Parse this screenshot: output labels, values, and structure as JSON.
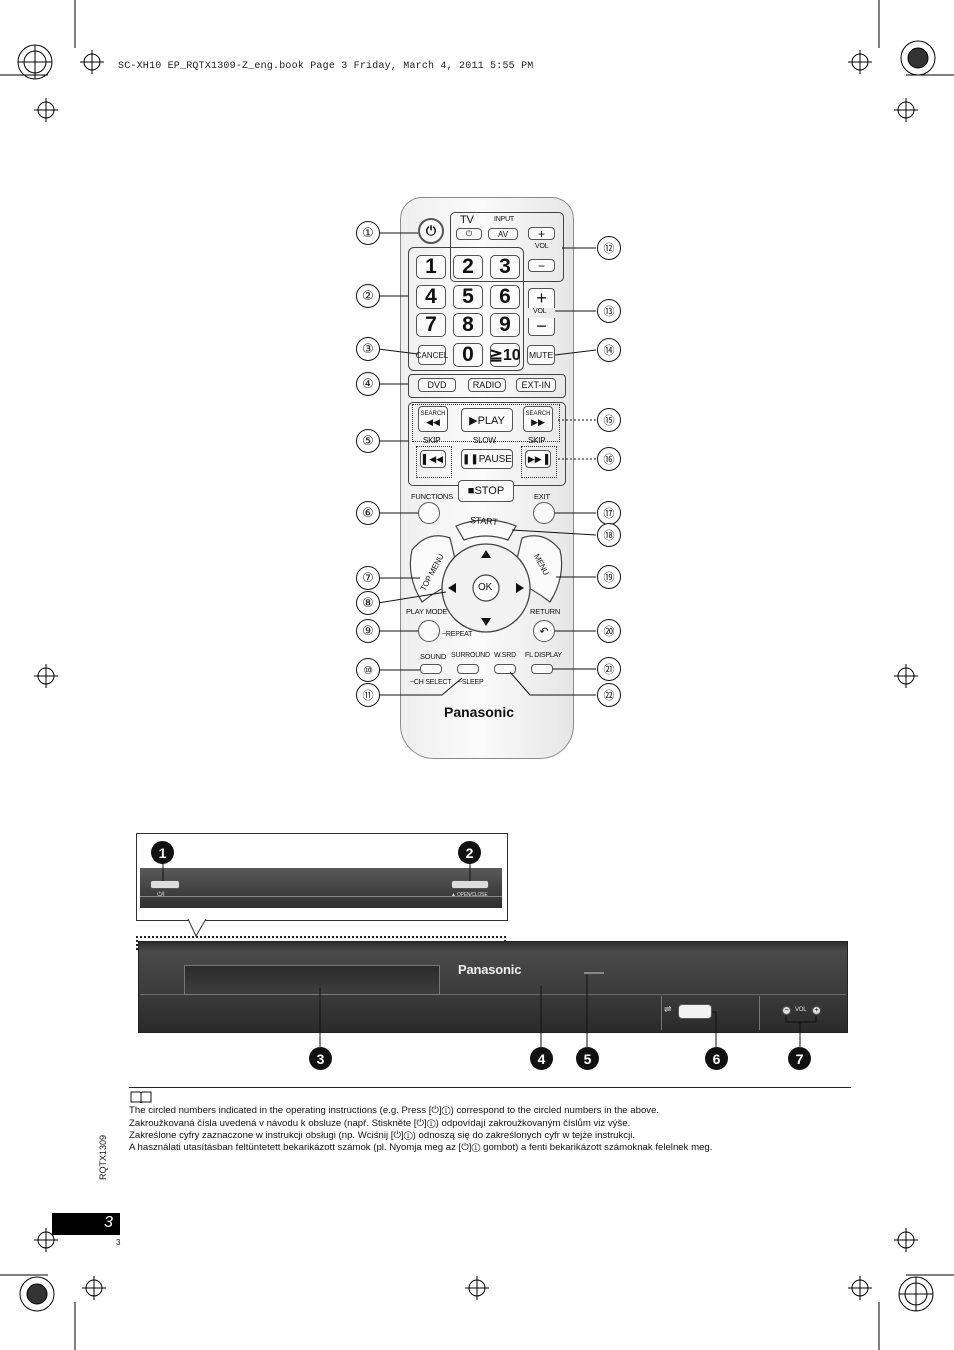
{
  "header": {
    "file_info": "SC-XH10 EP_RQTX1309-Z_eng.book  Page 3  Friday, March 4, 2011  5:55 PM"
  },
  "remote": {
    "tv_label": "TV",
    "input_label": "INPUT",
    "av_label": "AV",
    "vol_label": "VOL",
    "plus": "+",
    "minus": "−",
    "numbers": [
      "1",
      "2",
      "3",
      "4",
      "5",
      "6",
      "7",
      "8",
      "9",
      "0",
      "≧10"
    ],
    "cancel": "CANCEL",
    "mute": "MUTE",
    "source_buttons": [
      "DVD",
      "RADIO",
      "EXT-IN"
    ],
    "search": "SEARCH",
    "play": "▶PLAY",
    "slow": "SLOW",
    "skip": "SKIP",
    "pause": "❚❚PAUSE",
    "stop": "■STOP",
    "functions": "FUNCTIONS",
    "exit": "EXIT",
    "start": "START",
    "top_menu": "TOP MENU",
    "menu": "MENU",
    "ok": "OK",
    "play_mode": "PLAY MODE",
    "repeat": "−REPEAT",
    "return": "RETURN",
    "sound": "SOUND",
    "ch_select": "−CH SELECT",
    "surround": "SURROUND",
    "sleep": "−SLEEP",
    "wsrd": "W.SRD",
    "fl_display": "FL DISPLAY",
    "brand": "Panasonic"
  },
  "remote_callouts": [
    "①",
    "②",
    "③",
    "④",
    "⑤",
    "⑥",
    "⑦",
    "⑧",
    "⑨",
    "⑩",
    "⑪",
    "⑫",
    "⑬",
    "⑭",
    "⑮",
    "⑯",
    "⑰",
    "⑱",
    "⑲",
    "⑳",
    "㉑",
    "㉒"
  ],
  "unit": {
    "brand": "Panasonic",
    "power_label": "⏻/I",
    "open_close_label": "▲ OPEN/CLOSE",
    "vol_label": "VOL",
    "callouts": [
      "1",
      "2",
      "3",
      "4",
      "5",
      "6",
      "7"
    ]
  },
  "note": {
    "icon": "book-icon",
    "lines": [
      "The circled numbers indicated in the operating instructions (e.g. Press [⏻]①) correspond to the circled numbers in the above.",
      "Zakroužkovaná čísla uvedená v návodu k obsluze (např. Stiskněte [⏻]①) odpovídají zakroužkovaným číslům viz výše.",
      "Zakreślone cyfry zaznaczone w instrukcji obsługi (np. Wciśnij [⏻]①) odnoszą się do zakreślonych cyfr w tejże instrukcji.",
      "A használati utasításban feltüntetett bekarikázott számok (pl. Nyomja meg az [⏻]① gombot) a fenti bekarikázott számoknak felelnek meg."
    ]
  },
  "footer": {
    "doc_code": "RQTX1309",
    "page_number": "3",
    "small_page": "3"
  },
  "colors": {
    "unit_body": "#3a3a3a",
    "page_tab": "#000000"
  }
}
